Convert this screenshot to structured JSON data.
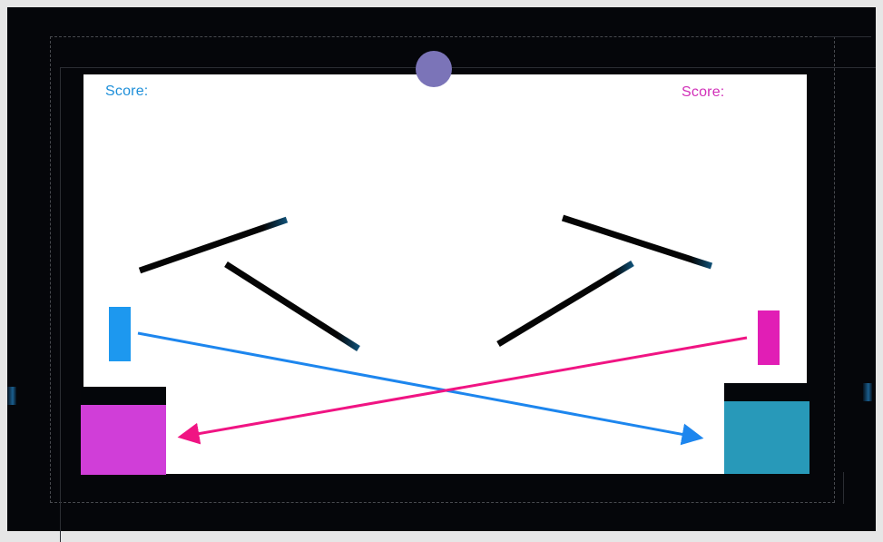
{
  "scores": {
    "left_label": "Score:",
    "right_label": "Score:"
  },
  "colors": {
    "background": "#05060a",
    "arena": "#ffffff",
    "left_player": "#1d98ef",
    "right_player": "#e11eb5",
    "left_goal": "#d03ed8",
    "right_goal": "#2899b9",
    "ball": "#7b74b8",
    "barrier": "#050505",
    "left_arrow": "#1d86ee",
    "right_arrow": "#f01483"
  },
  "icons": {
    "ball": "circle",
    "left_arrow": "arrowhead",
    "right_arrow": "arrowhead"
  }
}
